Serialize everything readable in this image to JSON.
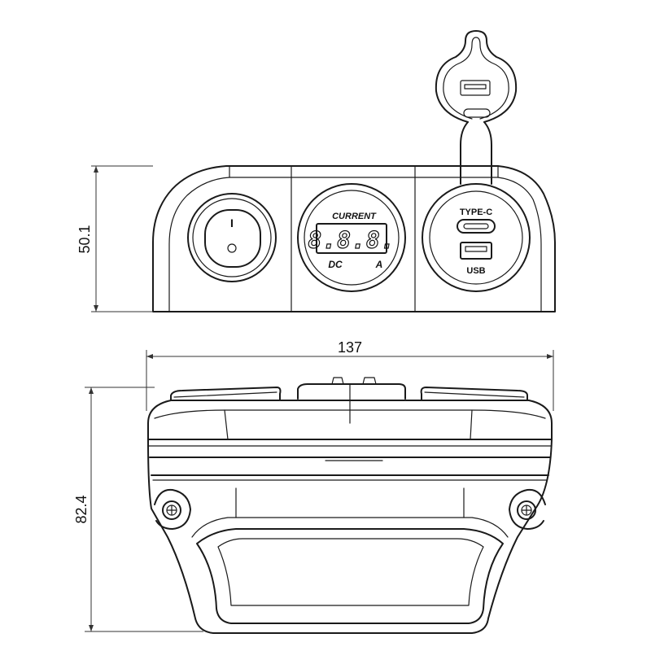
{
  "dimensions": {
    "height_front": "50.1",
    "width": "137",
    "depth": "82.4"
  },
  "switch": {
    "on_symbol": "I",
    "off_symbol": "O"
  },
  "voltmeter": {
    "label_top": "CURRENT",
    "display": "8.8.8.",
    "label_left": "DC",
    "label_right": "A"
  },
  "usb_socket": {
    "typec_label": "TYPE-C",
    "usb_label": "USB"
  }
}
